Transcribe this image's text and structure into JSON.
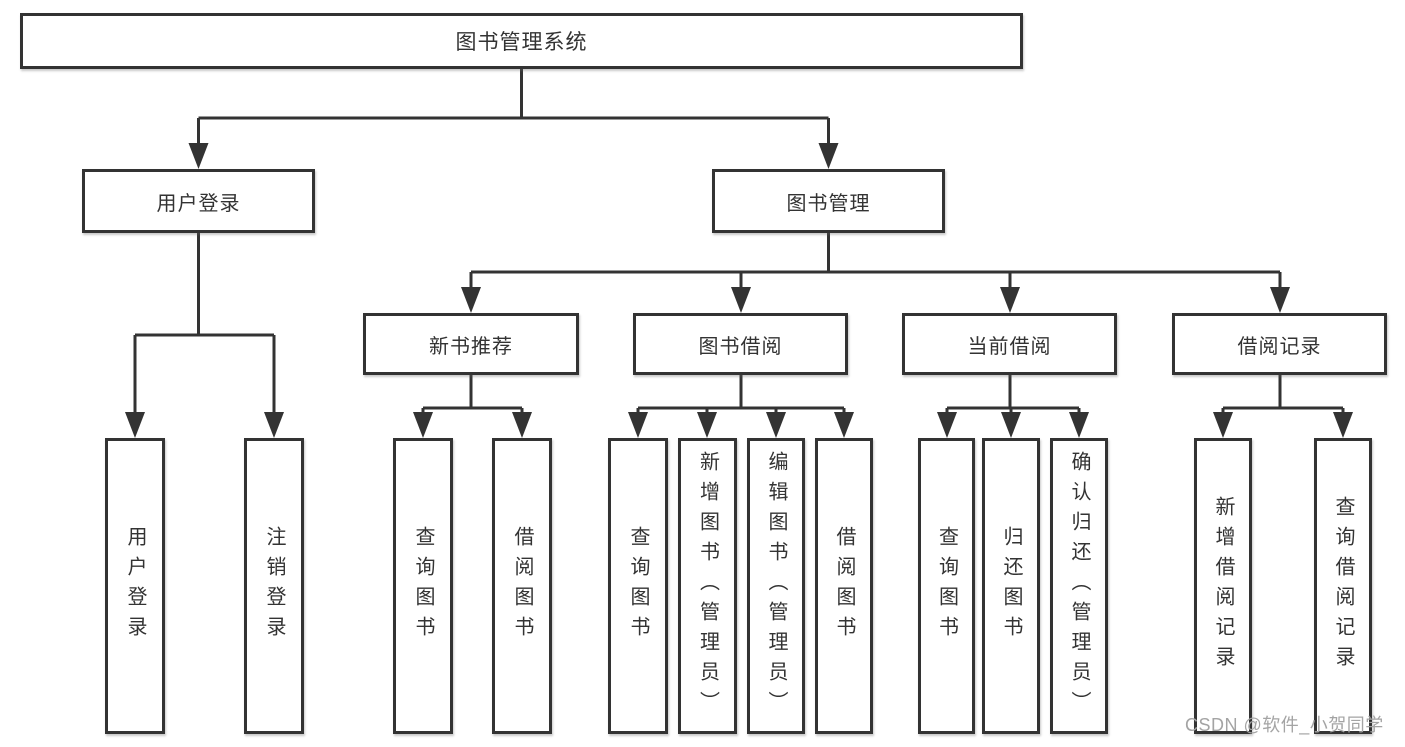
{
  "watermark": "CSDN @软件_小贺同学",
  "colors": {
    "line": "#333333",
    "box_fill": "#ffffff",
    "watermark_gray": "#a4a4a4"
  },
  "nodes": {
    "root": "图书管理系统",
    "login": {
      "label": "用户登录",
      "children": [
        "用户登录",
        "注销登录"
      ]
    },
    "mgmt": {
      "label": "图书管理",
      "sections": [
        {
          "label": "新书推荐",
          "children": [
            "查询图书",
            "借阅图书"
          ]
        },
        {
          "label": "图书借阅",
          "children": [
            "查询图书",
            "新增图书（管理员）",
            "编辑图书（管理员）",
            "借阅图书"
          ]
        },
        {
          "label": "当前借阅",
          "children": [
            "查询图书",
            "归还图书",
            "确认归还（管理员）"
          ]
        },
        {
          "label": "借阅记录",
          "children": [
            "新增借阅记录",
            "查询借阅记录"
          ]
        }
      ]
    }
  }
}
